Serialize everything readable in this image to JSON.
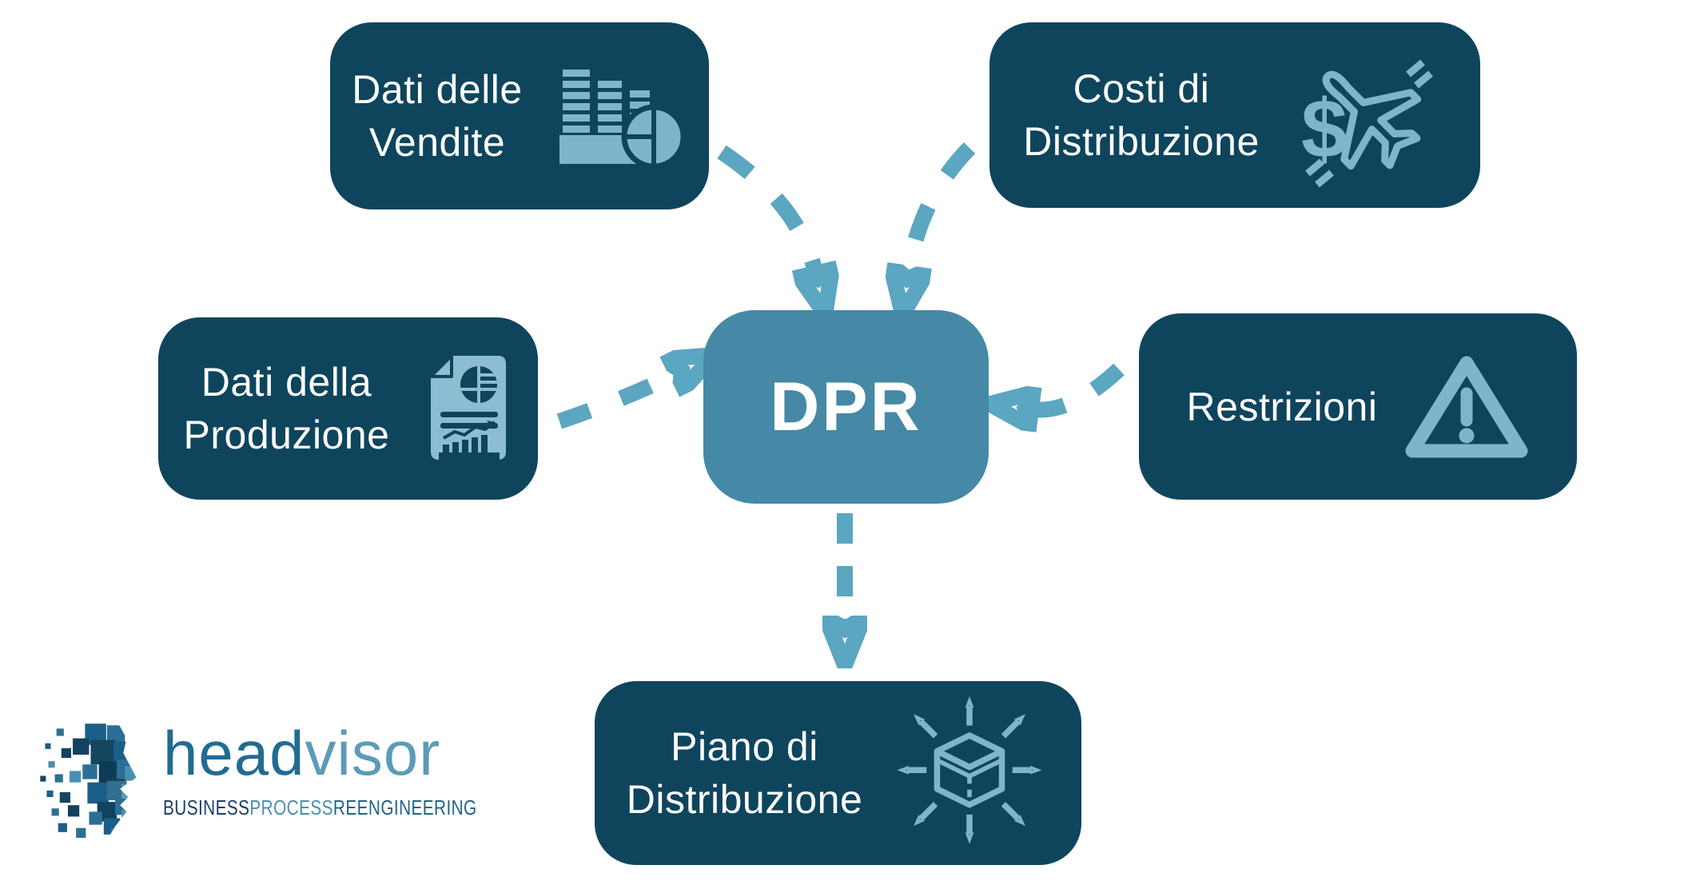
{
  "palette": {
    "box_dark": "#0e455d",
    "box_accent": "#4589a6",
    "arrow": "#5ba6c1",
    "icon_light": "#7db6cc",
    "text_light": "#ffffff"
  },
  "boxes": {
    "sales": {
      "line1": "Dati delle",
      "line2": "Vendite",
      "icon": "bar-chart-pie-icon"
    },
    "distribution_costs": {
      "line1": "Costi di",
      "line2": "Distribuzione",
      "icon": "airplane-dollar-icon"
    },
    "production": {
      "line1": "Dati della",
      "line2": "Produzione",
      "icon": "report-document-icon"
    },
    "restrictions": {
      "label": "Restrizioni",
      "icon": "warning-triangle-icon"
    },
    "distribution_plan": {
      "line1": "Piano di",
      "line2": "Distribuzione",
      "icon": "package-distribution-arrows-icon"
    },
    "center": {
      "label": "DPR"
    }
  },
  "icons": {
    "dollar_glyph": "$"
  },
  "logo": {
    "brand_part1": "head",
    "brand_part2": "visor",
    "tagline_part1": "BUSINESS",
    "tagline_part2": "PROCESS",
    "tagline_part3": "REENGINEERING"
  }
}
